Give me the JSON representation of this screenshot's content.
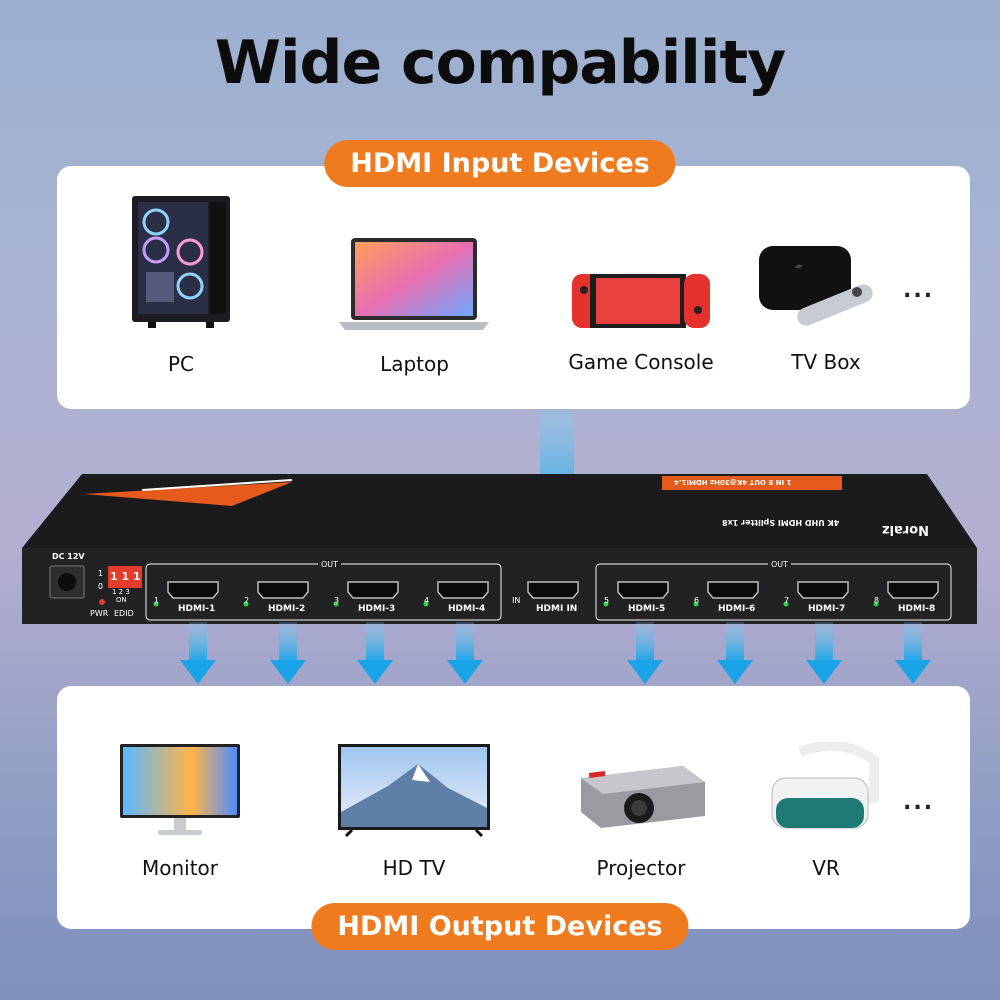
{
  "title": "Wide compability",
  "input_label": "HDMI Input Devices",
  "output_label": "HDMI Output Devices",
  "input_devices": [
    {
      "name": "PC",
      "icon": "pc-tower-icon"
    },
    {
      "name": "Laptop",
      "icon": "laptop-icon"
    },
    {
      "name": "Game Console",
      "icon": "game-console-icon"
    },
    {
      "name": "TV Box",
      "icon": "tv-box-icon"
    }
  ],
  "output_devices": [
    {
      "name": "Monitor",
      "icon": "monitor-icon"
    },
    {
      "name": "HD TV",
      "icon": "tv-icon"
    },
    {
      "name": "Projector",
      "icon": "projector-icon"
    },
    {
      "name": "VR",
      "icon": "vr-headset-icon"
    }
  ],
  "more": "...",
  "splitter": {
    "power_label": "DC 12V",
    "pwr": "PWR",
    "edid": "EDID",
    "on": "ON",
    "dip_top": "1 1 1",
    "dip_nums": "1 2 3",
    "dip_1": "1",
    "dip_0": "0",
    "out_label": "OUT",
    "in_label": "IN",
    "input_port": "HDMI IN",
    "brand_text": "Noralz",
    "model_text": "4K UHD HDMI Splitter 1x8",
    "badge_text": "1 IN 8 OUT  4K@30Hz  HDMI1.4",
    "ports": [
      "HDMI-1",
      "HDMI-2",
      "HDMI-3",
      "HDMI-4",
      "HDMI-5",
      "HDMI-6",
      "HDMI-7",
      "HDMI-8"
    ],
    "port_nums": [
      "1",
      "2",
      "3",
      "4",
      "5",
      "6",
      "7",
      "8"
    ]
  },
  "colors": {
    "accent": "#f07b1f",
    "arrow": "#2aa9e8",
    "device_body": "#1a1a1a"
  }
}
